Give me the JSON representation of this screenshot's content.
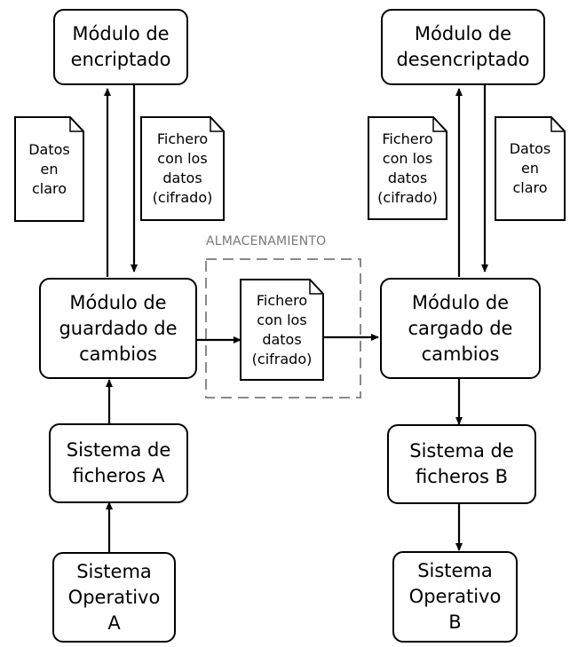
{
  "modules": {
    "encrypt": [
      "Módulo de",
      "encriptado"
    ],
    "decrypt": [
      "Módulo de",
      "desencriptado"
    ],
    "save": [
      "Módulo de",
      "guardado de",
      "cambios"
    ],
    "load": [
      "Módulo de",
      "cargado de",
      "cambios"
    ],
    "fs_a": [
      "Sistema de",
      "ficheros A"
    ],
    "fs_b": [
      "Sistema de",
      "ficheros B"
    ],
    "os_a": [
      "Sistema",
      "Operativo",
      "A"
    ],
    "os_b": [
      "Sistema",
      "Operativo",
      "B"
    ]
  },
  "documents": {
    "plain_left": [
      "Datos",
      "en",
      "claro"
    ],
    "cipher_left": [
      "Fichero",
      "con los",
      "datos",
      "(cifrado)"
    ],
    "cipher_right": [
      "Fichero",
      "con los",
      "datos",
      "(cifrado)"
    ],
    "plain_right": [
      "Datos",
      "en",
      "claro"
    ],
    "stored": [
      "Fichero",
      "con los",
      "datos",
      "(cifrado)"
    ]
  },
  "storage_label": "ALMACENAMIENTO",
  "colors": {
    "stroke": "#000000",
    "dashed": "#8a8a8a",
    "label": "#7a7a7a"
  }
}
